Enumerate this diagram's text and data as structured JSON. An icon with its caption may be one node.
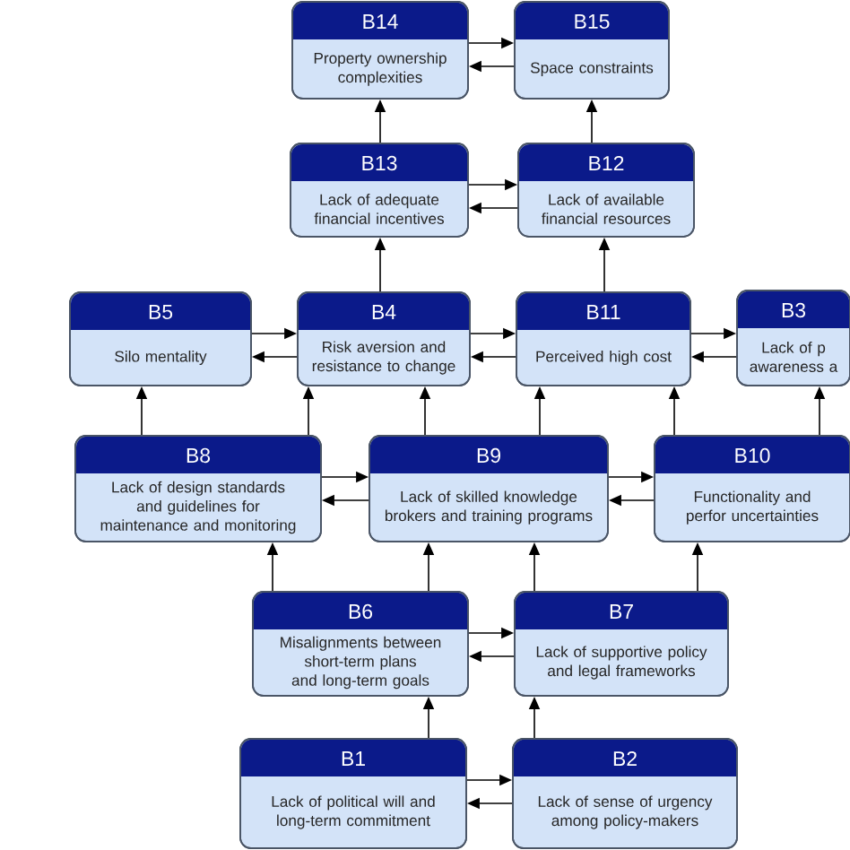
{
  "diagram": {
    "nodes": [
      {
        "text": [
          "B14",
          "Property ownership complexities"
        ]
      },
      {
        "text": [
          "B15",
          "Space constraints"
        ]
      },
      {
        "text": [
          "B13",
          "Lack of adequate financial incentives"
        ]
      },
      {
        "text": [
          "B12",
          "Lack of available financial resources"
        ]
      },
      {
        "text": [
          "B5",
          "Silo mentality"
        ]
      },
      {
        "text": [
          "B4",
          "Risk aversion and resistance to change"
        ]
      },
      {
        "text": [
          "B11",
          "Perceived high cost"
        ]
      },
      {
        "text": [
          "B3",
          "Lack of p awareness a"
        ]
      },
      {
        "text": [
          "B8",
          "Lack of design standards and guidelines for maintenance and monitoring"
        ]
      },
      {
        "text": [
          "B9",
          "Lack of skilled knowledge brokers and training programs"
        ]
      },
      {
        "text": [
          "B10",
          "Functionality and perfor uncertainties"
        ]
      },
      {
        "text": [
          "B6",
          "Misalignments between short-term plans and long-term goals"
        ]
      },
      {
        "text": [
          "B7",
          "Lack of supportive policy and legal frameworks"
        ]
      },
      {
        "text": [
          "B1",
          "Lack of political will and long-term commitment"
        ]
      },
      {
        "text": [
          "B2",
          "Lack of sense of urgency among policy-makers"
        ]
      }
    ],
    "edges": [
      {
        "from": 0,
        "to": 1,
        "arrow": "to"
      },
      {
        "from": 1,
        "to": 0,
        "arrow": "to"
      },
      {
        "from": 2,
        "to": 0,
        "arrow": "to"
      },
      {
        "from": 3,
        "to": 1,
        "arrow": "to"
      },
      {
        "from": 2,
        "to": 3,
        "arrow": "to"
      },
      {
        "from": 3,
        "to": 2,
        "arrow": "to"
      },
      {
        "from": 5,
        "to": 2,
        "arrow": "to"
      },
      {
        "from": 6,
        "to": 3,
        "arrow": "to"
      },
      {
        "from": 4,
        "to": 5,
        "arrow": "to"
      },
      {
        "from": 5,
        "to": 4,
        "arrow": "to"
      },
      {
        "from": 5,
        "to": 6,
        "arrow": "to"
      },
      {
        "from": 6,
        "to": 5,
        "arrow": "to"
      },
      {
        "from": 6,
        "to": 7,
        "arrow": "to"
      },
      {
        "from": 7,
        "to": 6,
        "arrow": "to"
      },
      {
        "from": 8,
        "to": 4,
        "arrow": "to"
      },
      {
        "from": 8,
        "to": 5,
        "arrow": "to"
      },
      {
        "from": 9,
        "to": 5,
        "arrow": "to"
      },
      {
        "from": 9,
        "to": 6,
        "arrow": "to"
      },
      {
        "from": 10,
        "to": 6,
        "arrow": "to"
      },
      {
        "from": 10,
        "to": 7,
        "arrow": "to"
      },
      {
        "from": 8,
        "to": 9,
        "arrow": "to"
      },
      {
        "from": 9,
        "to": 8,
        "arrow": "to"
      },
      {
        "from": 9,
        "to": 10,
        "arrow": "to"
      },
      {
        "from": 10,
        "to": 9,
        "arrow": "to"
      },
      {
        "from": 11,
        "to": 8,
        "arrow": "to"
      },
      {
        "from": 11,
        "to": 9,
        "arrow": "to"
      },
      {
        "from": 12,
        "to": 9,
        "arrow": "to"
      },
      {
        "from": 12,
        "to": 10,
        "arrow": "to"
      },
      {
        "from": 11,
        "to": 12,
        "arrow": "to"
      },
      {
        "from": 12,
        "to": 11,
        "arrow": "to"
      },
      {
        "from": 13,
        "to": 11,
        "arrow": "to"
      },
      {
        "from": 14,
        "to": 12,
        "arrow": "to"
      },
      {
        "from": 13,
        "to": 14,
        "arrow": "to"
      },
      {
        "from": 14,
        "to": 13,
        "arrow": "to"
      }
    ]
  }
}
